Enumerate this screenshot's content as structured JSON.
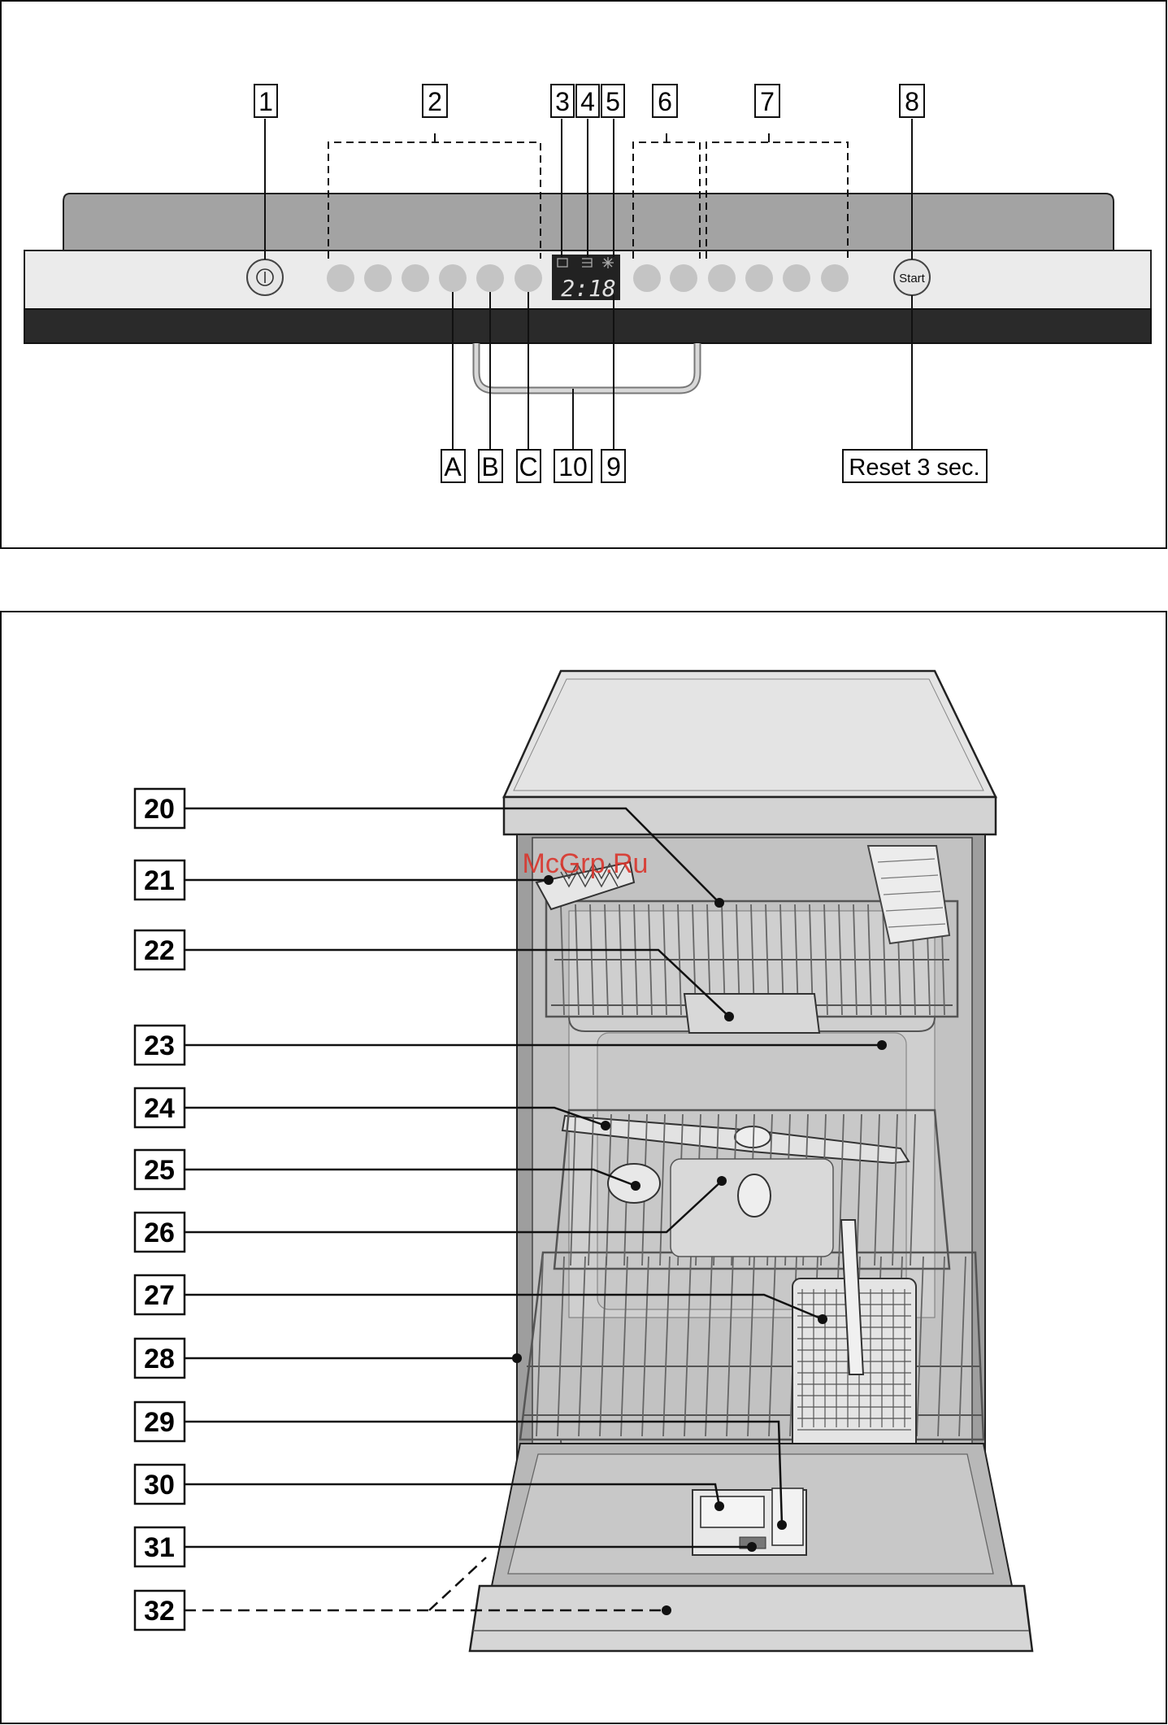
{
  "control_panel": {
    "top_labels": [
      "1",
      "2",
      "3",
      "4",
      "5",
      "6",
      "7",
      "8"
    ],
    "bottom_labels": [
      "A",
      "B",
      "C",
      "10",
      "9"
    ],
    "reset_label": "Reset 3 sec.",
    "start_label": "Start",
    "display_value": "2:18",
    "power_symbol": "power-icon"
  },
  "dishwasher": {
    "callouts": [
      "20",
      "21",
      "22",
      "23",
      "24",
      "25",
      "26",
      "27",
      "28",
      "29",
      "30",
      "31",
      "32"
    ],
    "watermark": "McGrp.Ru"
  },
  "colors": {
    "panel_fill": "#ebebeb",
    "dark_band": "#2a2a2a",
    "door_gray": "#a6a6a6",
    "interior_gray": "#bdbdbd",
    "button_gray": "#c4c4c4",
    "display_bg": "#222222",
    "watermark": "#d9342b"
  }
}
